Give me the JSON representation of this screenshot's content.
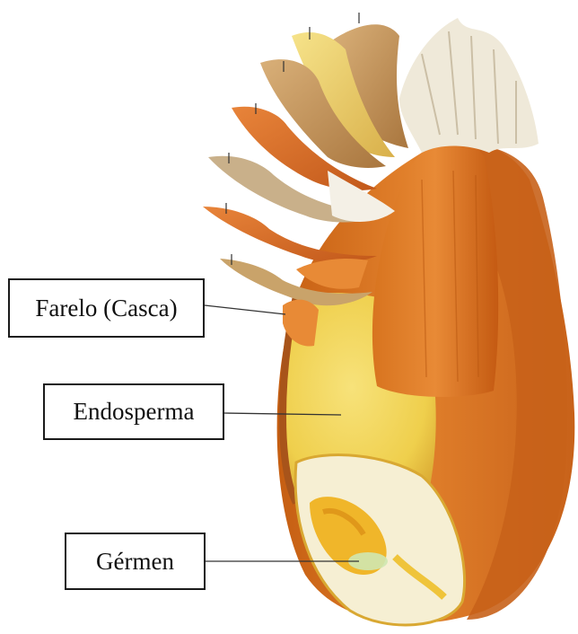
{
  "labels": {
    "bran": "Farelo (Casca)",
    "endosperm": "Endosperma",
    "germ": "Gérmen"
  },
  "colors": {
    "husk_orange": "#d9731f",
    "husk_dark": "#b8560f",
    "endosperm_yellow": "#f0d050",
    "germ_cream": "#f6efd3",
    "bran_tan": "#c9a36a",
    "hair_white": "#efe9d9",
    "leader_line": "#333333"
  }
}
